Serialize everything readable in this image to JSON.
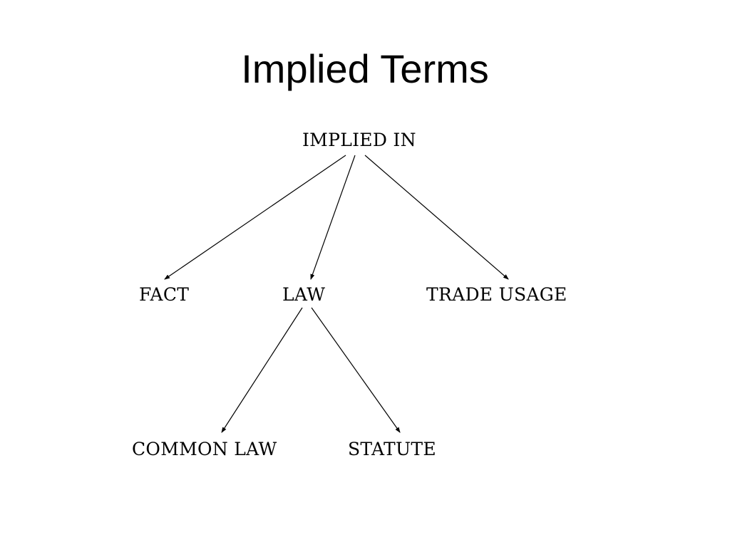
{
  "slide": {
    "title": "Implied Terms"
  },
  "diagram": {
    "root": "IMPLIED IN",
    "children": {
      "fact": "FACT",
      "law": "LAW",
      "trade_usage": "TRADE USAGE"
    },
    "law_children": {
      "common_law": "COMMON LAW",
      "statute": "STATUTE"
    },
    "edges": [
      {
        "from": "IMPLIED IN",
        "to": "FACT"
      },
      {
        "from": "IMPLIED IN",
        "to": "LAW"
      },
      {
        "from": "IMPLIED IN",
        "to": "TRADE USAGE"
      },
      {
        "from": "LAW",
        "to": "COMMON LAW"
      },
      {
        "from": "LAW",
        "to": "STATUTE"
      }
    ],
    "colors": {
      "text": "#000000",
      "lines": "#000000",
      "background": "#ffffff"
    }
  }
}
